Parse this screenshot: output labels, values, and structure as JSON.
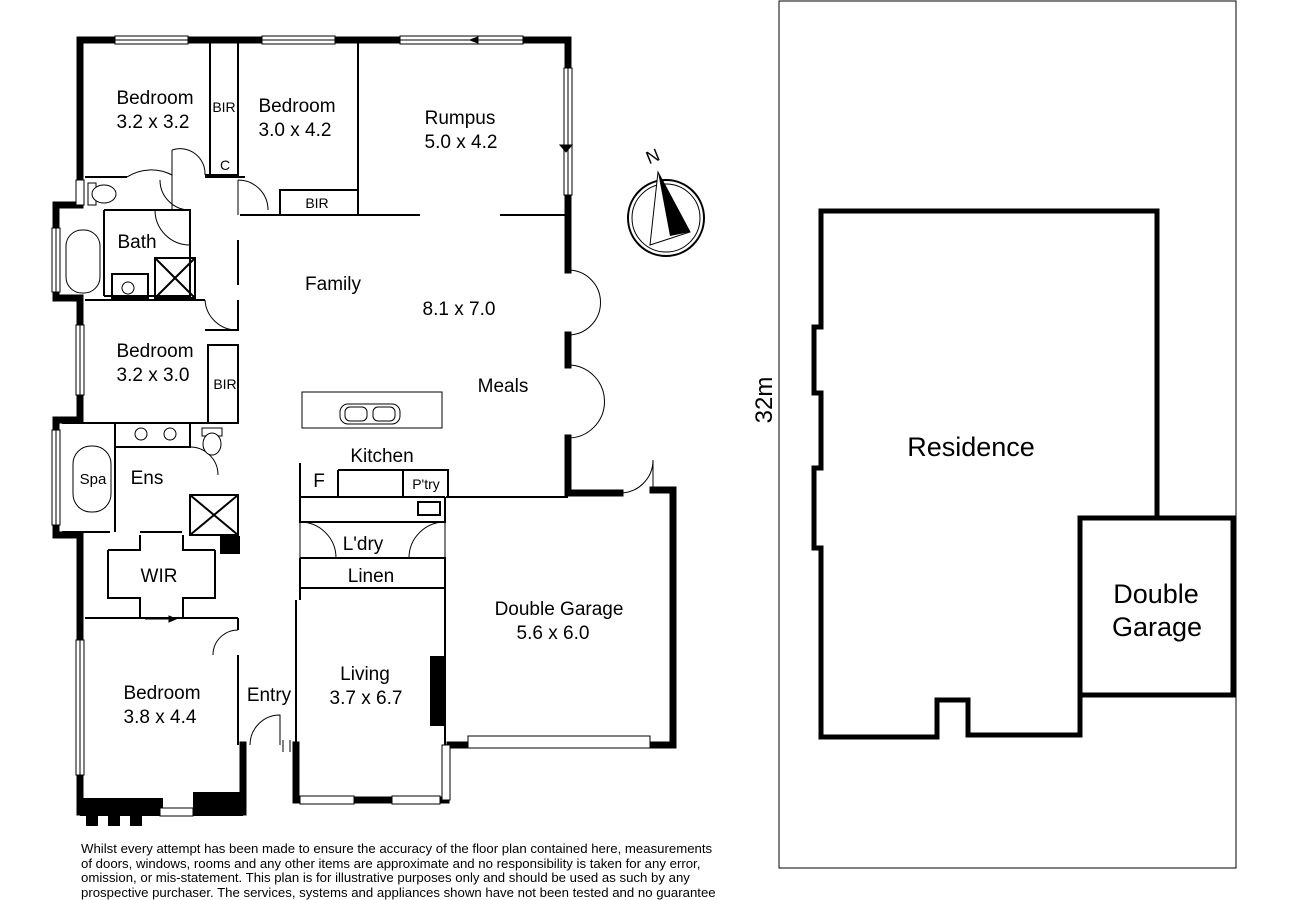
{
  "floor_plan": {
    "rooms": [
      {
        "id": "bedroom1",
        "name": "Bedroom",
        "size": "3.2 x 3.2"
      },
      {
        "id": "bedroom2",
        "name": "Bedroom",
        "size": "3.0 x 4.2"
      },
      {
        "id": "rumpus",
        "name": "Rumpus",
        "size": "5.0 x 4.2"
      },
      {
        "id": "bedroom3",
        "name": "Bedroom",
        "size": "3.2 x 3.0"
      },
      {
        "id": "bedroom4",
        "name": "Bedroom",
        "size": "3.8 x 4.4"
      },
      {
        "id": "living",
        "name": "Living",
        "size": "3.7 x 6.7"
      },
      {
        "id": "garage",
        "name": "Double Garage",
        "size": "5.6 x 6.0"
      }
    ],
    "labels": {
      "bir": "BIR",
      "cupboard": "C",
      "bath": "Bath",
      "family": "Family",
      "family_size": "8.1 x 7.0",
      "meals": "Meals",
      "kitchen": "Kitchen",
      "fridge": "F",
      "pantry": "P'try",
      "laundry": "L'dry",
      "linen": "Linen",
      "spa": "Spa",
      "ensuite": "Ens",
      "wir": "WIR",
      "entry": "Entry"
    },
    "compass_label": "N"
  },
  "site_plan": {
    "dimension": "32m",
    "residence_label": "Residence",
    "garage_label": [
      "Double",
      "Garage"
    ]
  },
  "disclaimer": "Whilst every attempt has been made to ensure the accuracy of the floor plan contained here, measurements\nof doors, windows, rooms and any other items are approximate and no responsibility is taken for any error,\nomission, or mis-statement.  This plan is for illustrative purposes only and should be used as such by any\nprospective purchaser.  The services, systems and appliances shown have not been tested and no guarantee"
}
